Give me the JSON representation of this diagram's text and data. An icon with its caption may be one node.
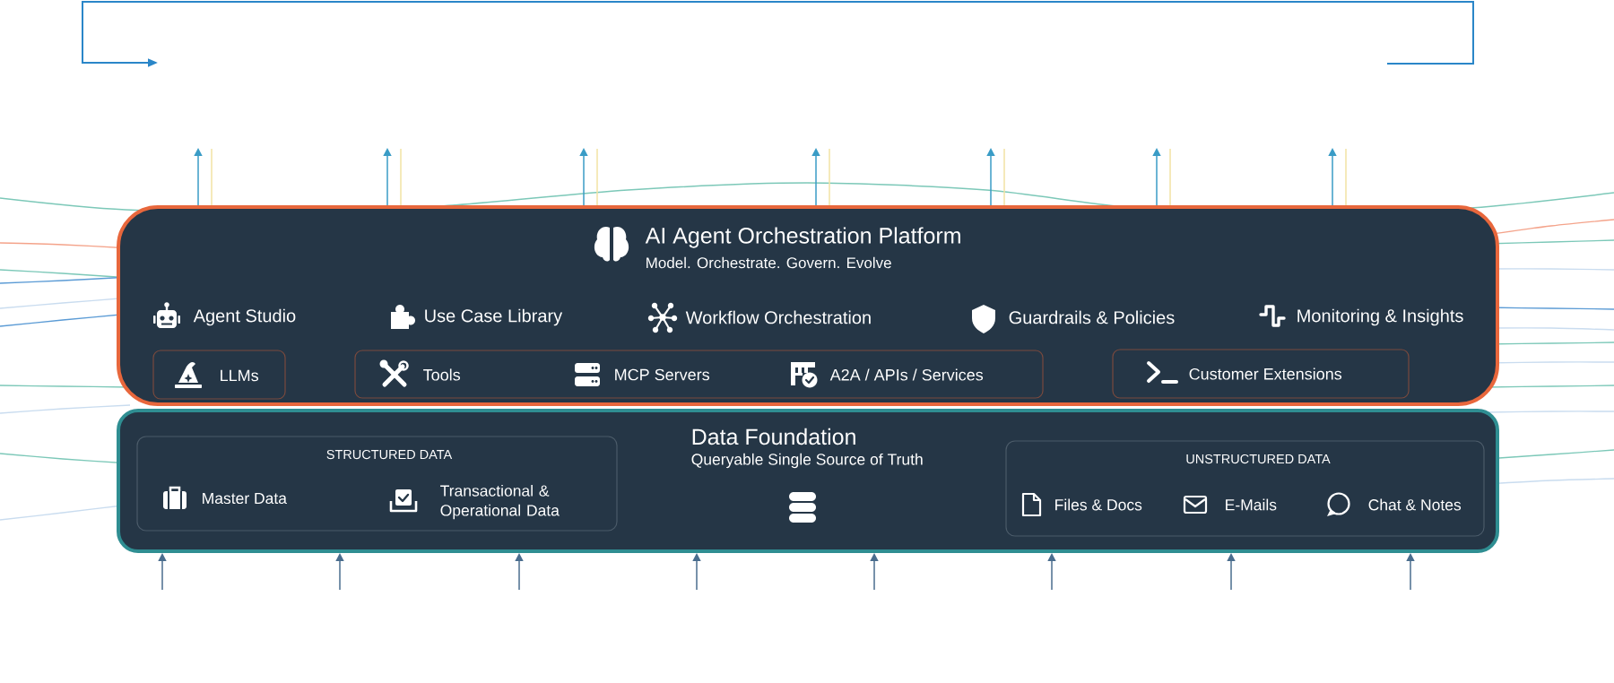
{
  "diagram": {
    "nodes": [
      {
        "text": [
          "AI Agent Orchestration Platform",
          "Model. Orchestrate. Govern. Evolve"
        ]
      },
      {
        "text": [
          "LLMs"
        ],
        "in": 0
      },
      {
        "text": [
          "Tools",
          "MCP Servers",
          "A2A / APIs / Services"
        ],
        "in": 0
      },
      {
        "text": [
          "Customer Extensions"
        ],
        "in": 0
      },
      {
        "text": [
          "Data Foundation",
          "Queryable Single Source of Truth"
        ]
      },
      {
        "text": [
          "STRUCTURED DATA",
          "Master Data",
          "Transactional & Operational Data"
        ],
        "in": 4
      },
      {
        "text": [
          "UNSTRUCTURED DATA",
          "Files & Docs",
          "E-Mails",
          "Chat & Notes"
        ],
        "in": 4
      }
    ],
    "edges": [
      {
        "from": 0,
        "to": null,
        "arrow": "to",
        "color": "#3a9cc6"
      },
      {
        "from": 0,
        "to": null,
        "arrow": "none",
        "color": "#f2e3a4"
      },
      {
        "from": 0,
        "to": null,
        "arrow": "to",
        "color": "#3a9cc6"
      },
      {
        "from": 0,
        "to": null,
        "arrow": "none",
        "color": "#f2e3a4"
      },
      {
        "from": 0,
        "to": null,
        "arrow": "to",
        "color": "#3a9cc6"
      },
      {
        "from": 0,
        "to": null,
        "arrow": "none",
        "color": "#f2e3a4"
      },
      {
        "from": 0,
        "to": null,
        "arrow": "to",
        "color": "#3a9cc6"
      },
      {
        "from": 0,
        "to": null,
        "arrow": "none",
        "color": "#f2e3a4"
      },
      {
        "from": 0,
        "to": null,
        "arrow": "to",
        "color": "#3a9cc6"
      },
      {
        "from": 0,
        "to": null,
        "arrow": "none",
        "color": "#f2e3a4"
      },
      {
        "from": 0,
        "to": null,
        "arrow": "to",
        "color": "#3a9cc6"
      },
      {
        "from": 0,
        "to": null,
        "arrow": "none",
        "color": "#f2e3a4"
      },
      {
        "from": 0,
        "to": null,
        "arrow": "to",
        "color": "#3a9cc6"
      },
      {
        "from": 0,
        "to": null,
        "arrow": "none",
        "color": "#f2e3a4"
      },
      {
        "from": null,
        "to": 4,
        "arrow": "to",
        "color": "#4a6d8e"
      },
      {
        "from": null,
        "to": 4,
        "arrow": "to",
        "color": "#4a6d8e"
      },
      {
        "from": null,
        "to": 4,
        "arrow": "to",
        "color": "#4a6d8e"
      },
      {
        "from": null,
        "to": 4,
        "arrow": "to",
        "color": "#4a6d8e"
      },
      {
        "from": null,
        "to": 4,
        "arrow": "to",
        "color": "#4a6d8e"
      },
      {
        "from": null,
        "to": 4,
        "arrow": "to",
        "color": "#4a6d8e"
      },
      {
        "from": null,
        "to": 4,
        "arrow": "to",
        "color": "#4a6d8e"
      },
      {
        "from": null,
        "to": 4,
        "arrow": "to",
        "color": "#4a6d8e"
      }
    ],
    "labels": [
      "Agent Studio",
      "Use Case Library",
      "Workflow Orchestration",
      "Guardrails & Policies",
      "Monitoring & Insights"
    ]
  }
}
